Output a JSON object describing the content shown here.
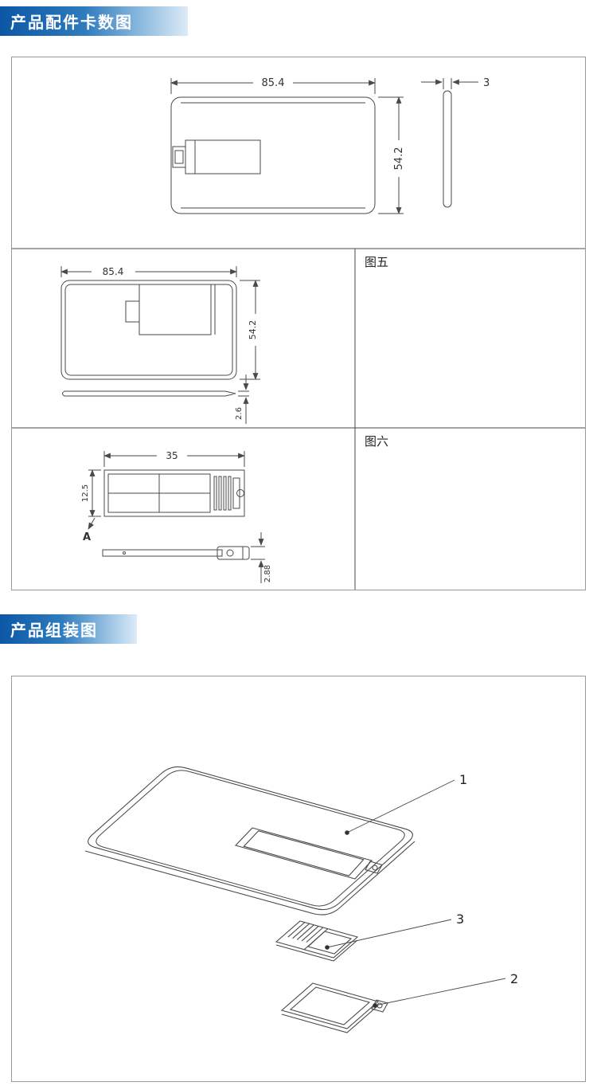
{
  "banners": {
    "parts_title": "产品配件卡数图",
    "assembly_title": "产品组装图"
  },
  "figures": {
    "fig5_label": "图五",
    "fig6_label": "图六"
  },
  "dims": {
    "card_front": {
      "width": "85.4",
      "height": "54.2",
      "thickness": "3"
    },
    "card_back": {
      "width": "85.4",
      "height": "54.2",
      "thickness": "2.6"
    },
    "pcb": {
      "width": "35",
      "height": "12.5",
      "thickness": "2.88",
      "section_label": "A"
    }
  },
  "assembly_parts": {
    "card_body": "1",
    "cover": "2",
    "pcb_module": "3"
  },
  "colors": {
    "banner_start": "#0c57a5",
    "banner_end": "#ddebf7",
    "line": "#4a4a4a"
  }
}
